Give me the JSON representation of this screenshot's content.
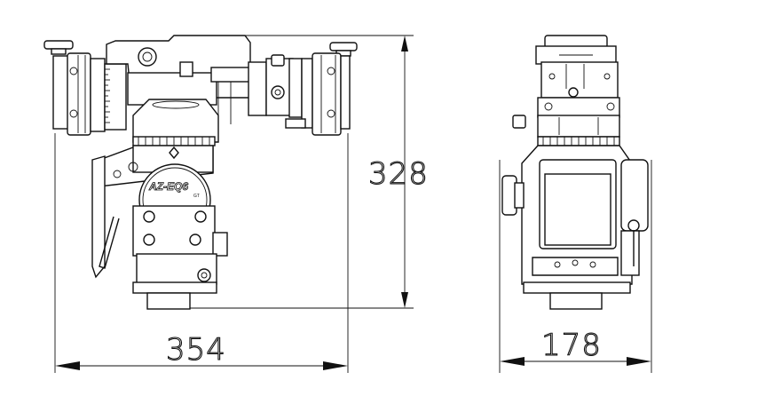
{
  "dimensions": {
    "width_front": "354",
    "height": "328",
    "width_side": "178"
  },
  "front_view": {
    "logo": "AZ-EQ6",
    "badge": "GT"
  }
}
